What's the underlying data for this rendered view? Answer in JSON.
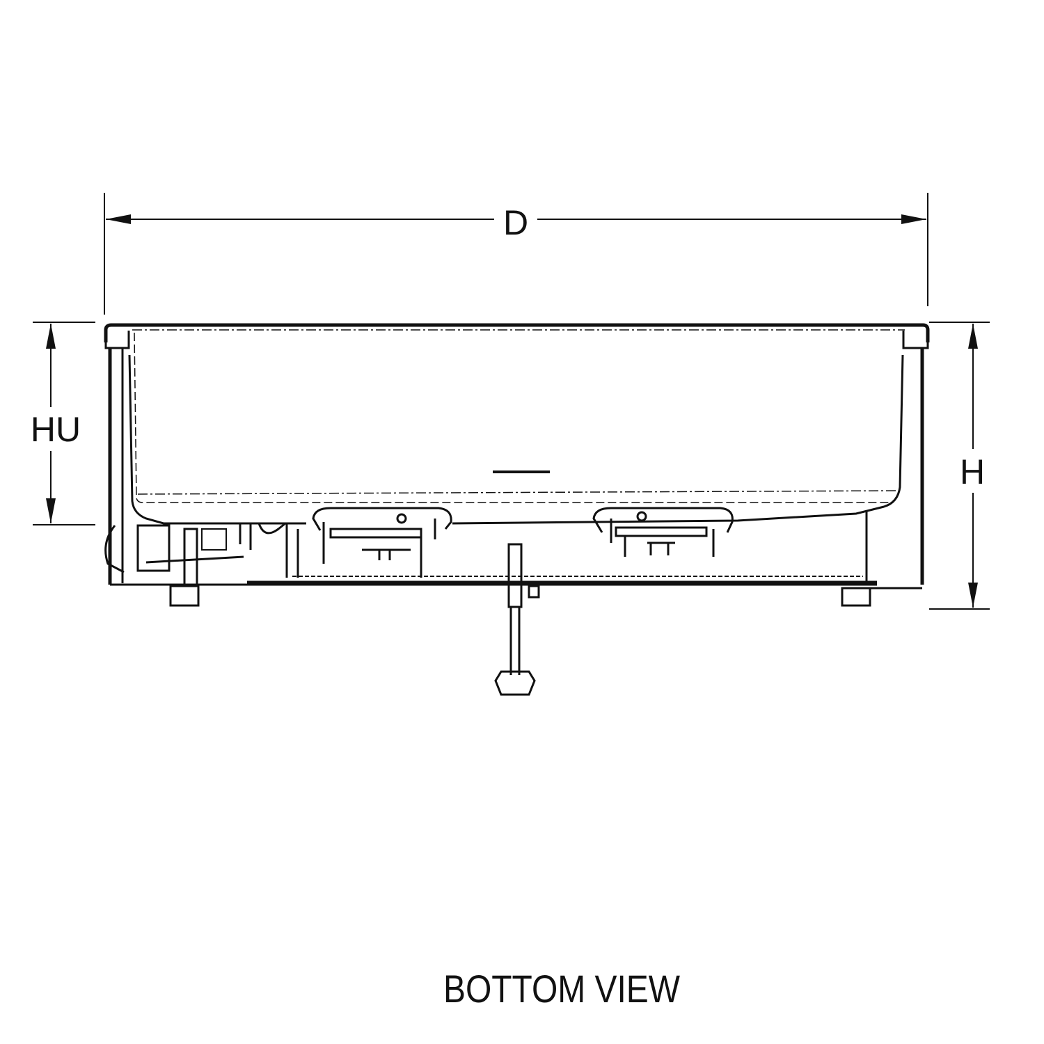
{
  "diagram": {
    "title": "BOTTOM VIEW",
    "dimensions": {
      "depth": "D",
      "height_upper": "HU",
      "height": "H"
    },
    "colors": {
      "ink": "#111111",
      "background": "#ffffff"
    }
  }
}
